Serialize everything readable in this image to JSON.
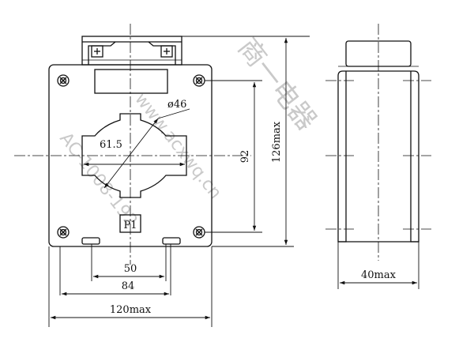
{
  "dimensions": {
    "hole_diameter": "ø46",
    "window_width": "61.5",
    "mounting_pitch_vertical": "92",
    "overall_height": "126max",
    "slot_pitch_inner": "50",
    "slot_pitch_outer": "84",
    "overall_width": "120max",
    "overall_depth": "40max"
  },
  "labels": {
    "primary_terminal": "P1"
  },
  "watermark": {
    "url_text": "www.acxwq.cn",
    "code_text": "AC-1008-192",
    "cn_text": "商一电器"
  },
  "colors": {
    "line": "#111111",
    "watermark": "#b8b8b8"
  }
}
